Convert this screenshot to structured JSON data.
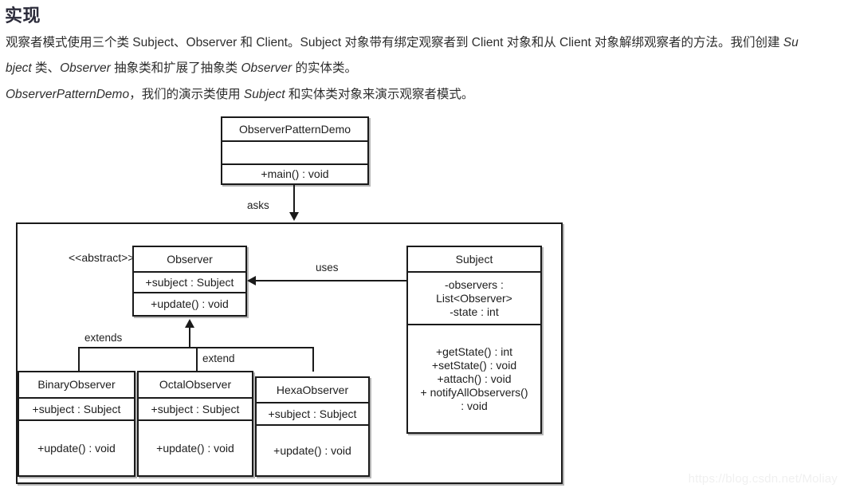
{
  "article": {
    "title": "实现",
    "paragraph_lines": [
      {
        "segments": [
          {
            "text": "观察者模式使用三个类 Subject、Observer 和 Client。Subject 对象带有绑定观察者到 Client 对象和从 Client 对象解绑观察者的方法。我们创建 ",
            "italic": false
          },
          {
            "text": "Su",
            "italic": true
          }
        ]
      },
      {
        "segments": [
          {
            "text": "bject",
            "italic": true
          },
          {
            "text": " 类、",
            "italic": false
          },
          {
            "text": "Observer",
            "italic": true
          },
          {
            "text": " 抽象类和扩展了抽象类 ",
            "italic": false
          },
          {
            "text": "Observer",
            "italic": true
          },
          {
            "text": " 的实体类。",
            "italic": false
          }
        ]
      },
      {
        "segments": [
          {
            "text": "ObserverPatternDemo",
            "italic": true
          },
          {
            "text": "，我们的演示类使用 ",
            "italic": false
          },
          {
            "text": "Subject",
            "italic": true
          },
          {
            "text": " 和实体类对象来演示观察者模式。",
            "italic": false
          }
        ]
      }
    ]
  },
  "diagram": {
    "type": "uml-class-diagram",
    "classes": {
      "demo": {
        "name": "ObserverPatternDemo",
        "attributes": [],
        "methods": [
          "+main()  : void"
        ]
      },
      "observer": {
        "name": "Observer",
        "stereotype": "<<abstract>>",
        "attributes": [
          "+subject  : Subject"
        ],
        "methods": [
          "+update()  : void"
        ]
      },
      "subject": {
        "name": "Subject",
        "attributes": [
          "-observers  :",
          "List<Observer>",
          "-state : int"
        ],
        "methods": [
          "+getState() : int",
          "+setState()  : void",
          "+attach() : void",
          "+ notifyAllObservers()",
          ": void"
        ]
      },
      "binary_observer": {
        "name": "BinaryObserver",
        "attributes": [
          "+subject  : Subject"
        ],
        "methods": [
          "+update()  : void"
        ]
      },
      "octal_observer": {
        "name": "OctalObserver",
        "attributes": [
          "+subject  : Subject"
        ],
        "methods": [
          "+update()  : void"
        ]
      },
      "hexa_observer": {
        "name": "HexaObserver",
        "attributes": [
          "+subject  : Subject"
        ],
        "methods": [
          "+update()  : void"
        ]
      }
    },
    "edges": {
      "asks": "asks",
      "uses": "uses",
      "extends_left": "extends",
      "extend_right": "extend"
    }
  },
  "watermark": "https://blog.csdn.net/Moliay"
}
